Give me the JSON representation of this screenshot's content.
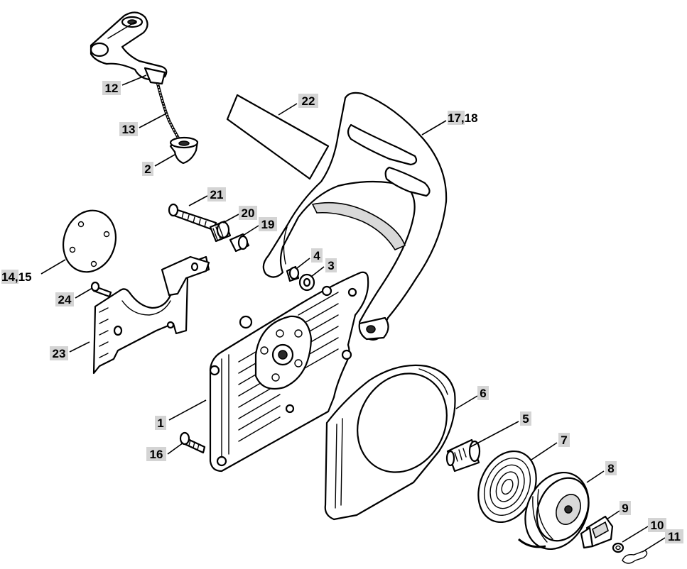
{
  "callouts": [
    {
      "id": "12",
      "label": "12"
    },
    {
      "id": "13",
      "label": "13"
    },
    {
      "id": "2",
      "label": "2"
    },
    {
      "id": "22",
      "label": "22"
    },
    {
      "id": "17-18",
      "label": "17,18",
      "shaded_part": "17"
    },
    {
      "id": "21",
      "label": "21"
    },
    {
      "id": "20",
      "label": "20"
    },
    {
      "id": "19",
      "label": "19"
    },
    {
      "id": "4",
      "label": "4"
    },
    {
      "id": "3",
      "label": "3"
    },
    {
      "id": "14-15",
      "label": "14,15",
      "shaded_part": "14"
    },
    {
      "id": "24",
      "label": "24"
    },
    {
      "id": "23",
      "label": "23"
    },
    {
      "id": "1",
      "label": "1"
    },
    {
      "id": "16",
      "label": "16"
    },
    {
      "id": "6",
      "label": "6"
    },
    {
      "id": "5",
      "label": "5"
    },
    {
      "id": "7",
      "label": "7"
    },
    {
      "id": "8",
      "label": "8"
    },
    {
      "id": "9",
      "label": "9"
    },
    {
      "id": "10",
      "label": "10"
    },
    {
      "id": "11",
      "label": "11"
    }
  ],
  "colors": {
    "line": "#000000",
    "callout_fill": "#d4d4d4",
    "background": "#ffffff"
  }
}
